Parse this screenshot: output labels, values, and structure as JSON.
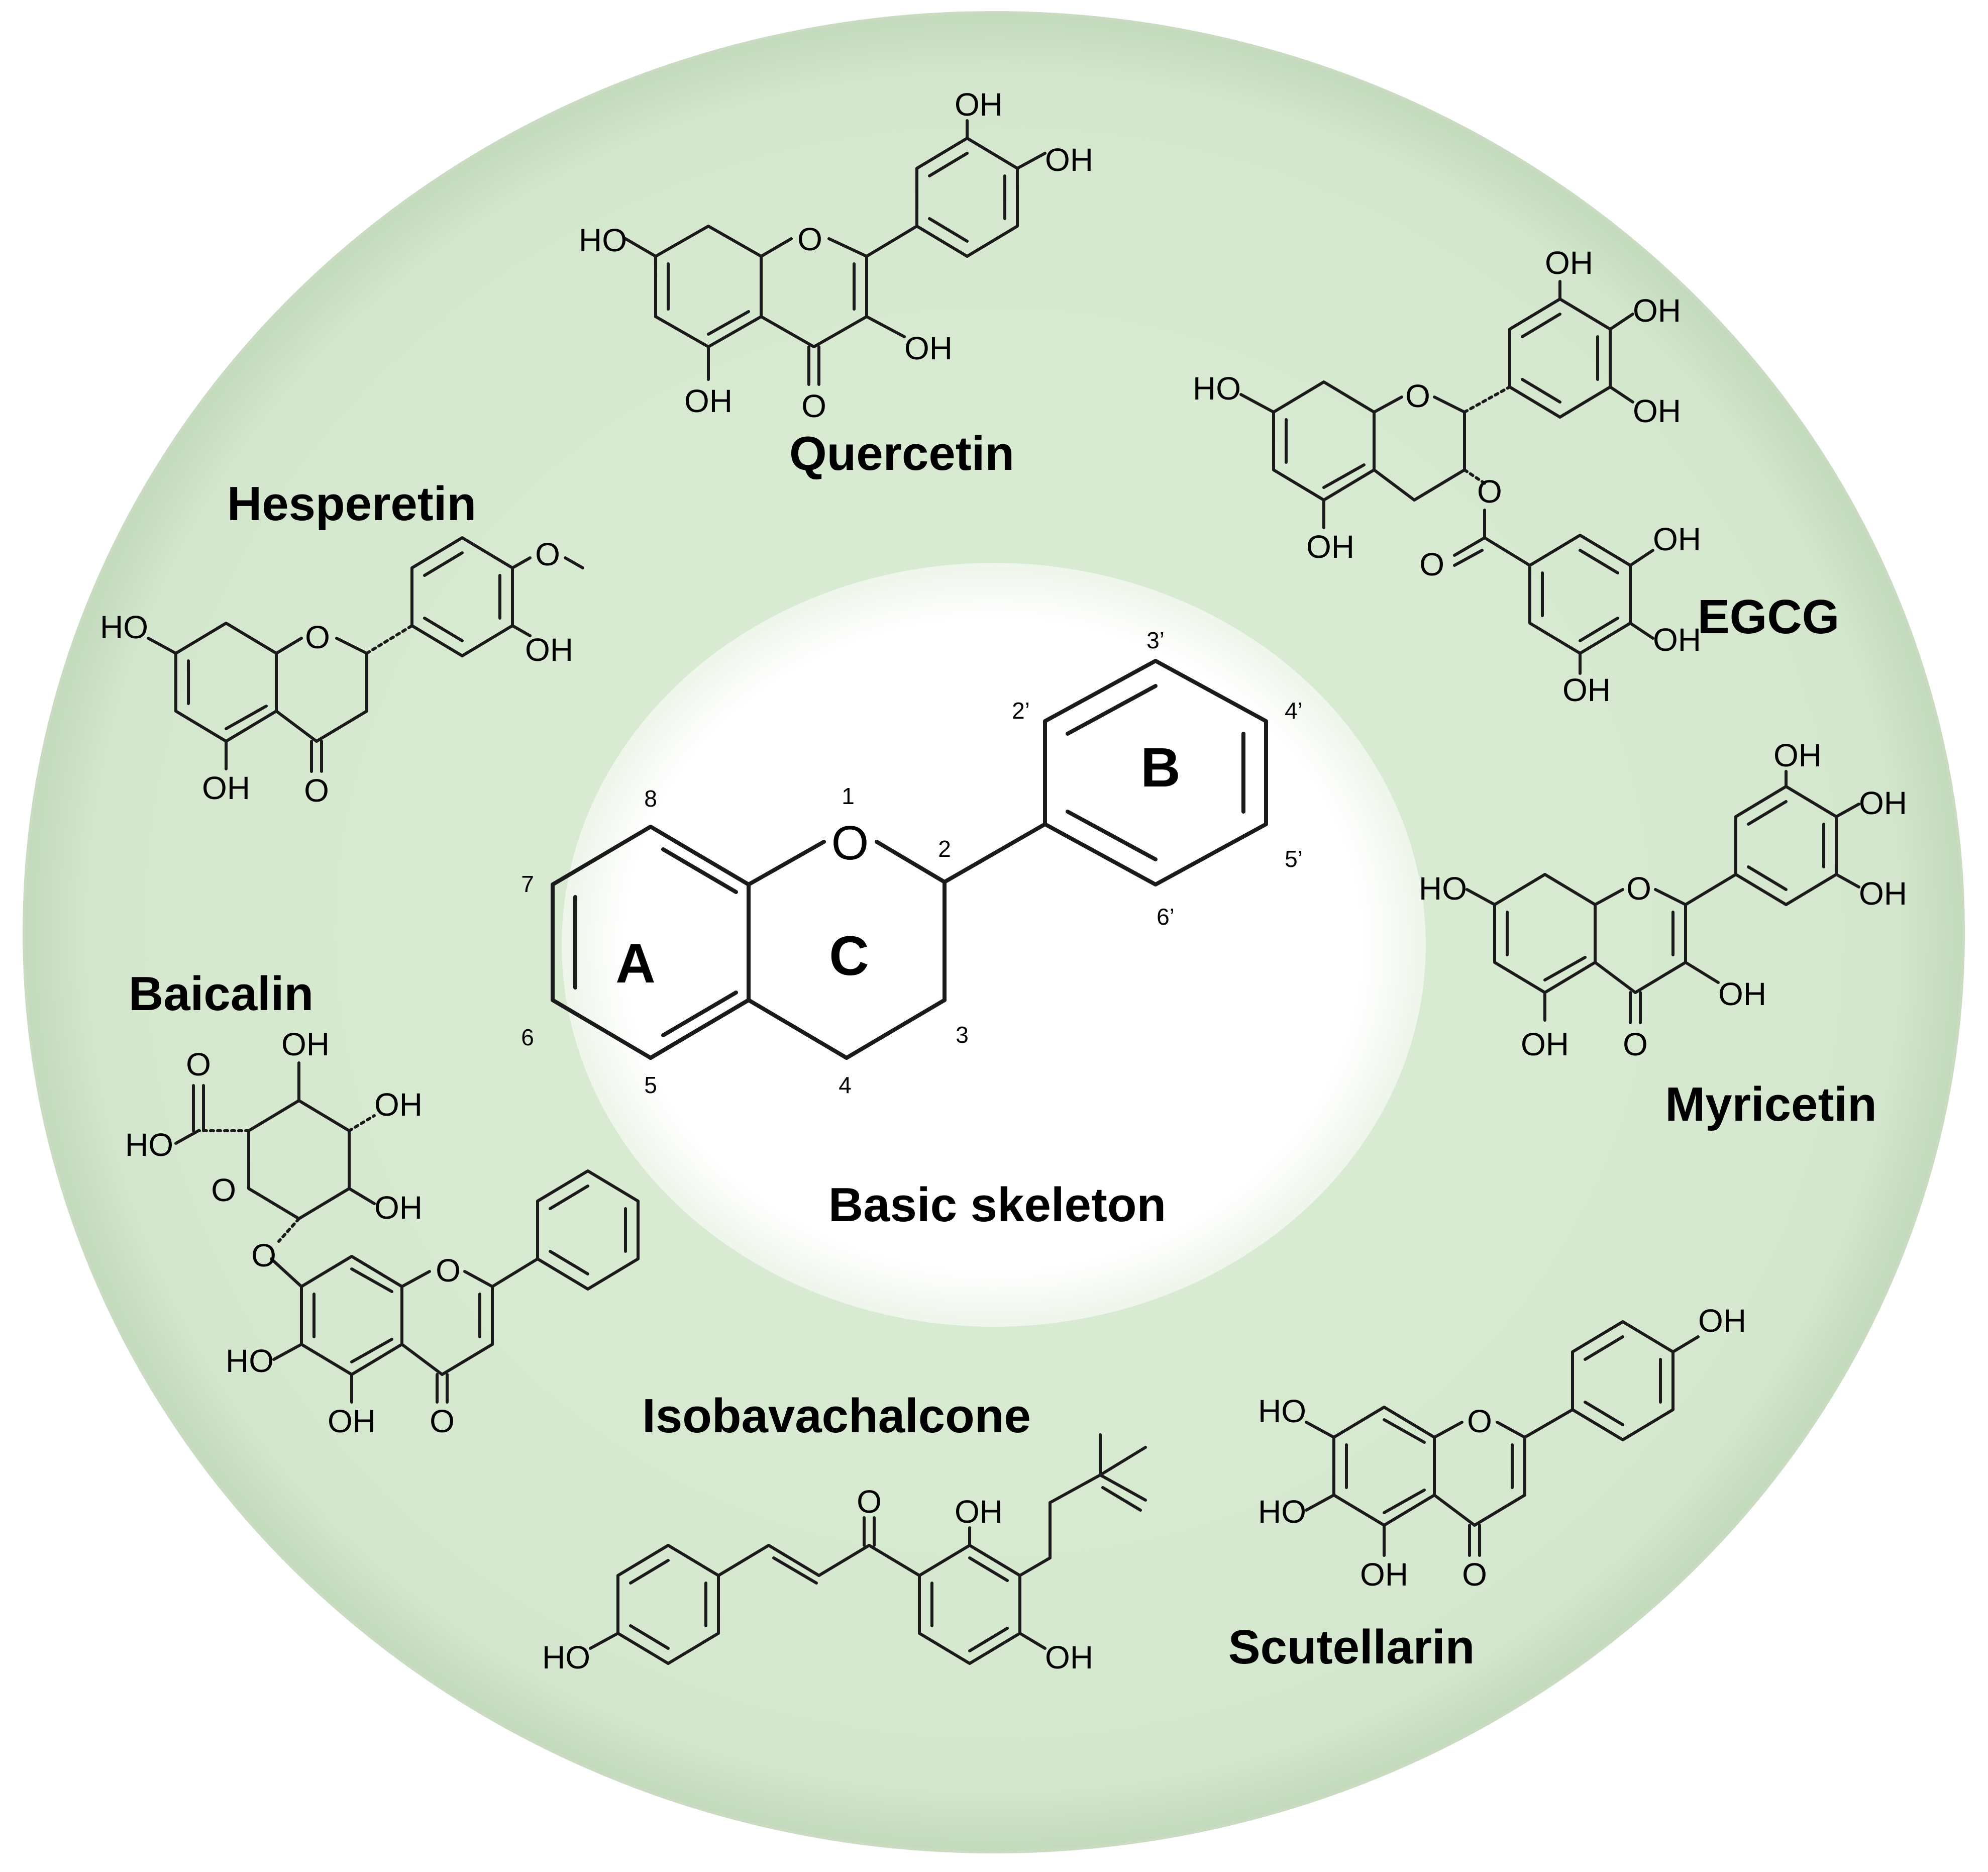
{
  "center": {
    "caption": "Basic skeleton",
    "ring_letters": {
      "a": "A",
      "b": "B",
      "c": "C"
    },
    "oxygen": "O",
    "numbers": {
      "n1": "1",
      "n2": "2",
      "n3": "3",
      "n4": "4",
      "n5": "5",
      "n6": "6",
      "n7": "7",
      "n8": "8",
      "p2": "2’",
      "p3": "3’",
      "p4": "4’",
      "p5": "5’",
      "p6": "6’"
    }
  },
  "compounds": {
    "quercetin": "Quercetin",
    "egcg": "EGCG",
    "hesperetin": "Hesperetin",
    "myricetin": "Myricetin",
    "baicalin": "Baicalin",
    "isobavachalcone": "Isobavachalcone",
    "scutellarin": "Scutellarin"
  },
  "labels": {
    "oh": "OH",
    "ho": "HO",
    "o": "O"
  },
  "colors": {
    "ring_fill": "#d8ead2",
    "ring_edge": "#c2d9bb",
    "background": "#ffffff",
    "ink": "#1a1a1a"
  }
}
